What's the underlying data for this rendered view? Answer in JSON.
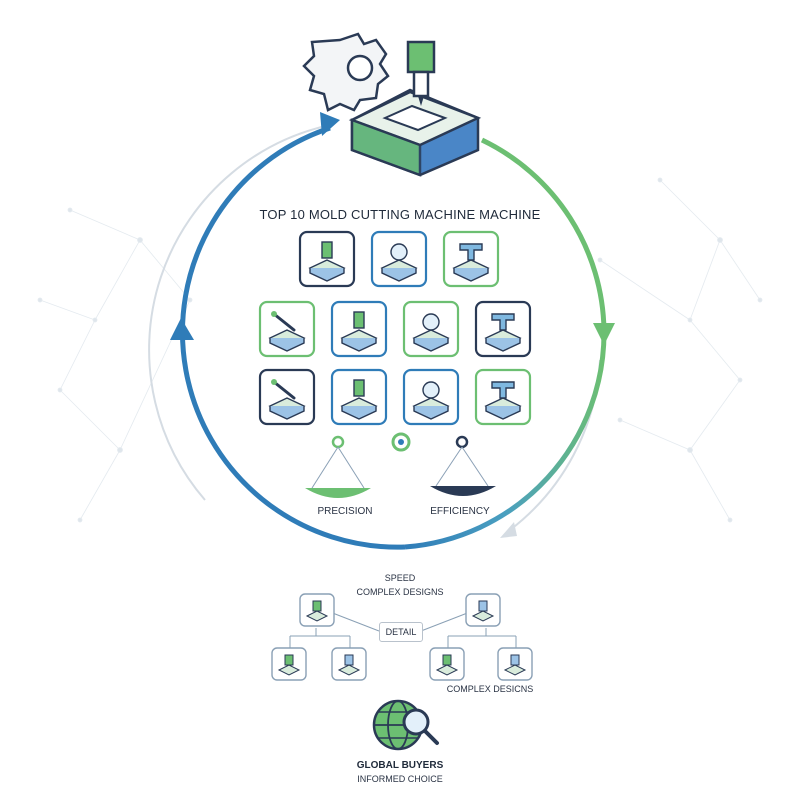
{
  "title": "TOP 10 MOLD CUTTING MACHINE MACHINE",
  "balance": {
    "left_label": "PRECISION",
    "right_label": "EFFICIENCY"
  },
  "tree": {
    "top_label_1": "SPEED",
    "top_label_2": "COMPLEX DESIGNS",
    "center_label": "DETAIL",
    "bottom_label": "COMPLEX DESICNS"
  },
  "footer": {
    "line1": "GLOBAL BUYERS",
    "line2": "INFORMED CHOICE"
  },
  "icons": [
    "hand-grinder-icon",
    "wire-edm-icon",
    "milling-head-icon",
    "laser-engraving-icon",
    "cnc-mill-icon",
    "lathe-chuck-icon",
    "waterjet-icon",
    "surface-grinder-icon",
    "robot-arm-icon",
    "3d-printer-icon",
    "mold-block-icon"
  ],
  "colors": {
    "blue": "#2f7cb8",
    "green": "#6cbf72",
    "dark": "#2a3a55",
    "light": "#c9d3dc"
  }
}
